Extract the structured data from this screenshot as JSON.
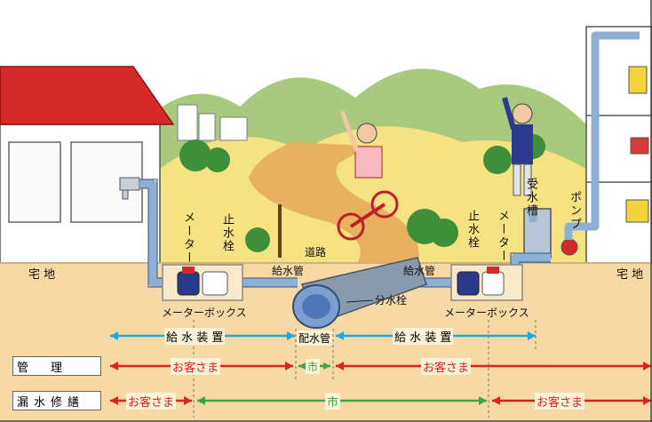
{
  "labels": {
    "residential_left": "宅 地",
    "residential_right": "宅 地",
    "meter_left": "メーター",
    "stopcock_left": "止水栓",
    "road": "道路",
    "supply_pipe_left": "給水管",
    "supply_pipe_right": "給水管",
    "branch_valve": "分水栓",
    "distribution_pipe": "配水管",
    "meter_box_left": "メーターボックス",
    "meter_box_right": "メーターボックス",
    "stopcock_right": "止水栓",
    "meter_right": "メーター",
    "receiving_tank": "受水槽",
    "pump": "ポンプ"
  },
  "rows": {
    "equipment": {
      "left": "給 水 装 置",
      "center": "配水管",
      "right": "給 水 装 置"
    },
    "management": {
      "header": "管　理",
      "left": "お客さま",
      "center": "市",
      "right": "お客さま"
    },
    "leak_repair": {
      "header": "漏水修繕",
      "left": "お客さま",
      "center": "市",
      "right": "お客さま"
    }
  },
  "colors": {
    "red_arrow": "#d8231e",
    "green_arrow": "#3aa648",
    "blue_arrow": "#22a7dc",
    "soil": "#f6d9a4",
    "pipe": "#7e98b8"
  }
}
